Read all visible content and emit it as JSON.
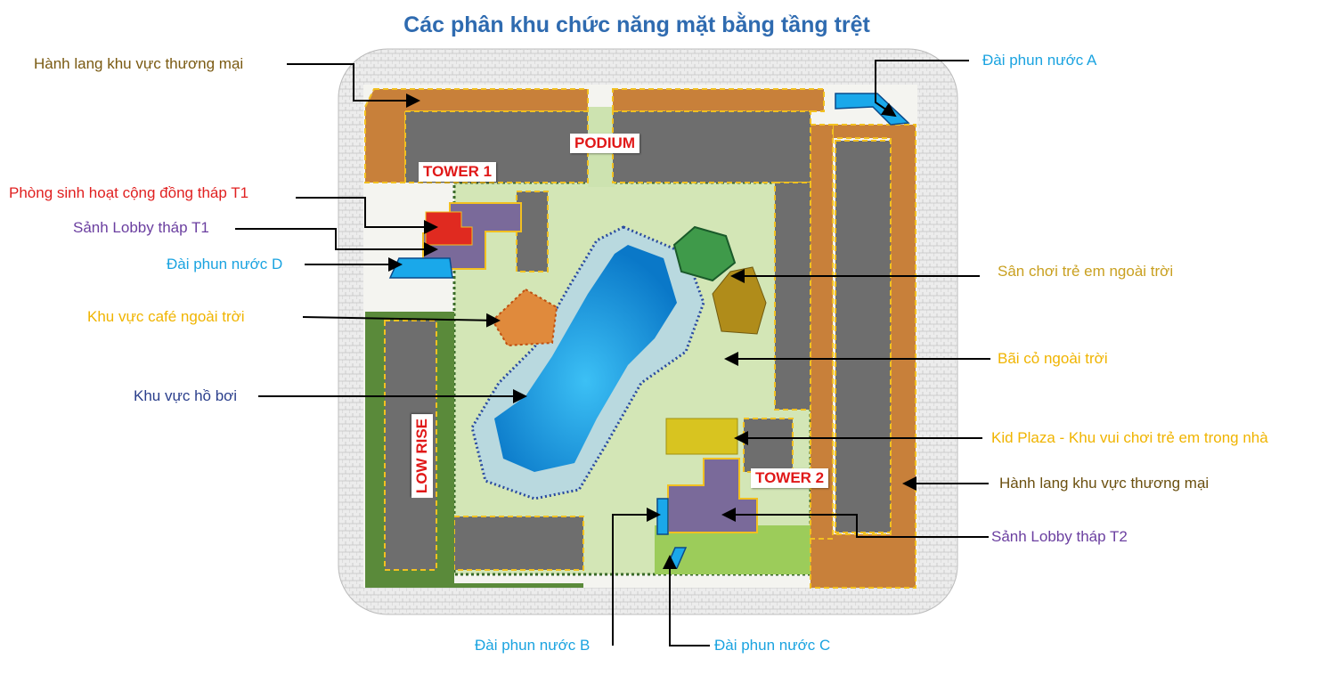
{
  "title": "Các phân khu chức năng mặt bằng tầng trệt",
  "plan_tags": {
    "podium": "PODIUM",
    "tower1": "TOWER 1",
    "tower2": "TOWER 2",
    "low_rise": "LOW RISE"
  },
  "labels": {
    "corridor_top": "Hành lang khu vực thương mại",
    "fountain_a": "Đài phun nước A",
    "community_t1": "Phòng sinh hoạt cộng đồng tháp T1",
    "lobby_t1": "Sảnh Lobby tháp T1",
    "fountain_d": "Đài phun nước D",
    "cafe": "Khu vực café ngoài trời",
    "pool": "Khu vực hồ bơi",
    "playground": "Sân chơi trẻ em ngoài trời",
    "lawn": "Bãi cỏ ngoài trời",
    "kid_plaza": "Kid Plaza - Khu vui chơi trẻ em trong nhà",
    "corridor_right": "Hành lang khu vực thương mại",
    "lobby_t2": "Sảnh Lobby tháp T2",
    "fountain_b": "Đài phun nước B",
    "fountain_c": "Đài phun nước C"
  },
  "colors": {
    "title": "#2f6bb0",
    "corridor": "#c8803a",
    "building": "#6e6e6e",
    "landscape": "#d3e6b6",
    "pool": "#1c9ee0",
    "fountain": "#1aa8ea",
    "cafe": "#e08a3c",
    "playground": "#3f9a4a",
    "lawn_olive": "#b08c1a",
    "kid_plaza": "#d8c420",
    "lobby": "#7a6a9a",
    "community": "#e02a20",
    "low_rise": "#5a8a3a"
  }
}
